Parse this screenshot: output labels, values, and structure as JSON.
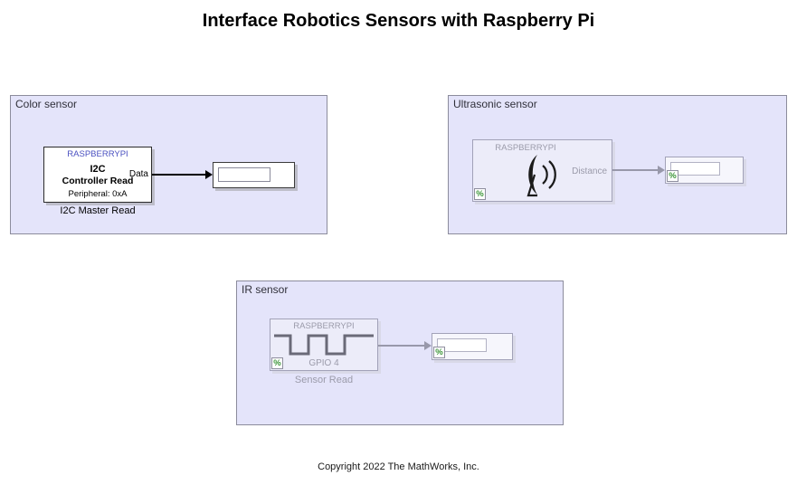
{
  "title": "Interface Robotics Sensors with Raspberry Pi",
  "copyright": "Copyright 2022 The MathWorks, Inc.",
  "badge_symbol": "%",
  "colors": {
    "area_fill": "#e4e4fa",
    "area_border": "#8c8c9c",
    "vendor_blue": "#4a50c0",
    "muted_gray": "#9b9baa",
    "badge_green": "#3c9639"
  },
  "areas": {
    "color": {
      "label": "Color sensor",
      "block": {
        "vendor": "RASPBERRYPI",
        "line1": "I2C",
        "line2": "Controller Read",
        "line3": "Peripheral: 0xA",
        "port": "Data",
        "caption": "I2C Master Read"
      }
    },
    "ultrasonic": {
      "label": "Ultrasonic sensor",
      "block": {
        "vendor": "RASPBERRYPI",
        "port": "Distance"
      }
    },
    "ir": {
      "label": "IR sensor",
      "block": {
        "vendor": "RASPBERRYPI",
        "pin": "GPIO 4",
        "caption": "Sensor Read"
      }
    }
  }
}
